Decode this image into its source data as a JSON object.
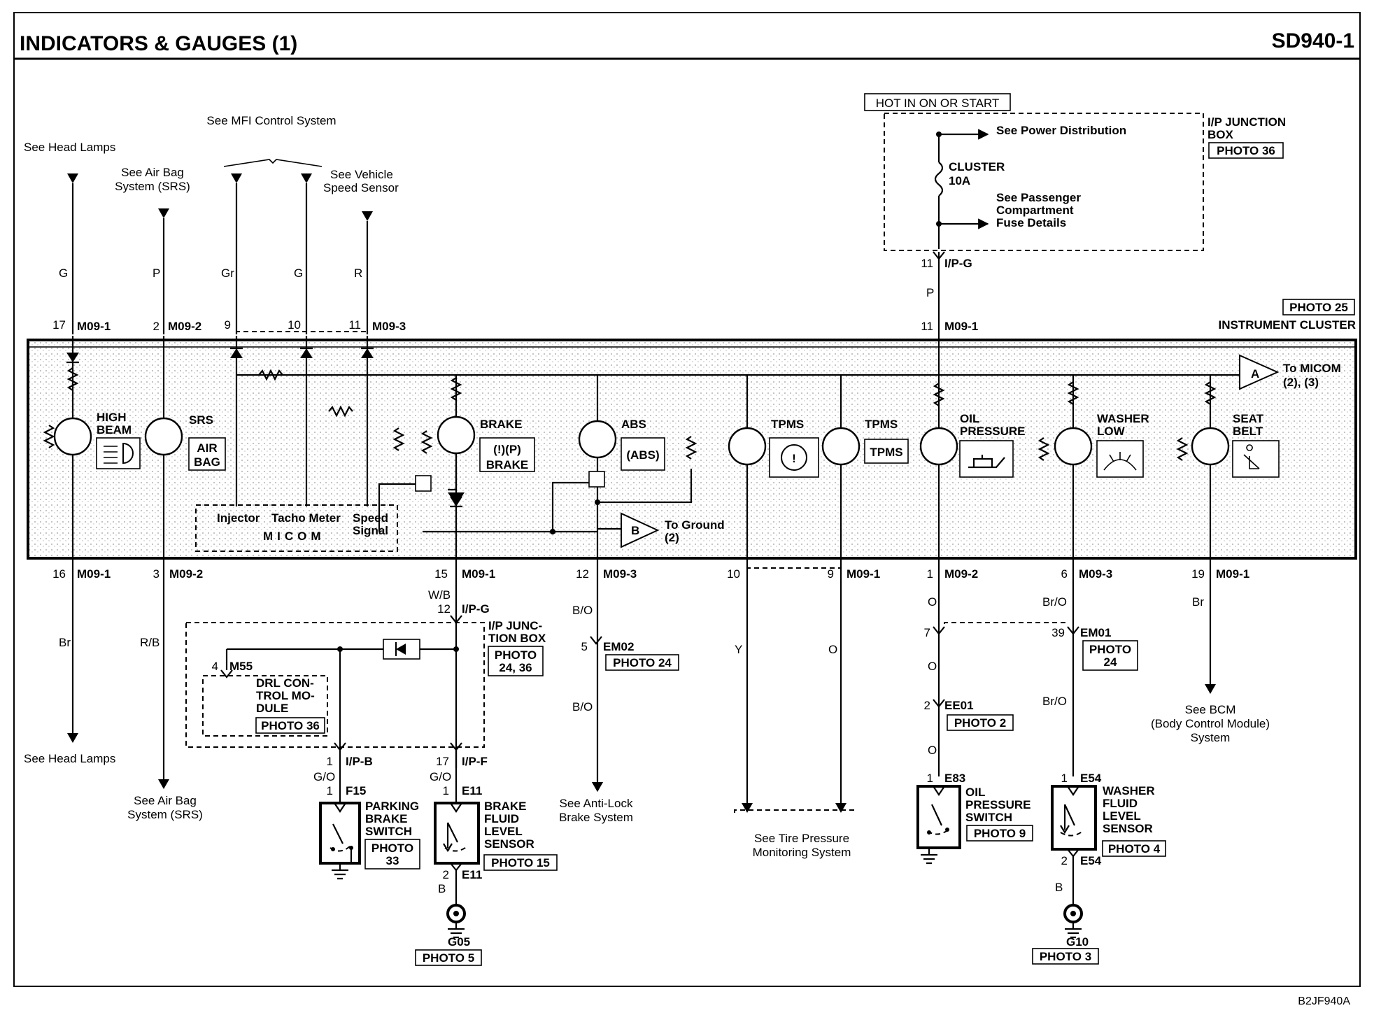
{
  "header": {
    "title": "INDICATORS & GAUGES (1)",
    "code": "SD940-1"
  },
  "footer_code": "B2JF940A",
  "top_refs": {
    "head_lamps": "See Head Lamps",
    "air_bag_1": "See Air Bag",
    "air_bag_2": "System (SRS)",
    "mfi": "See MFI Control System",
    "vss_1": "See Vehicle",
    "vss_2": "Speed Sensor"
  },
  "power": {
    "hot_label": "HOT IN ON OR START",
    "junction_1": "I/P JUNCTION",
    "junction_2": "BOX",
    "junction_photo": "PHOTO 36",
    "power_dist": "See Power Distribution",
    "fuse_1": "CLUSTER",
    "fuse_2": "10A",
    "pass_1": "See Passenger",
    "pass_2": "Compartment",
    "pass_3": "Fuse Details",
    "pin_top": "11",
    "conn_top": "I/P-G",
    "wire_color": "P",
    "pin_cluster": "11",
    "conn_cluster": "M09-1"
  },
  "cluster": {
    "photo": "PHOTO 25",
    "label": "INSTRUMENT CLUSTER"
  },
  "top_pins": [
    {
      "wire": "G",
      "pin": "17",
      "conn": "M09-1"
    },
    {
      "wire": "P",
      "pin": "2",
      "conn": "M09-2"
    },
    {
      "wire": "Gr",
      "pin": "9",
      "conn": ""
    },
    {
      "wire": "G",
      "pin": "10",
      "conn": ""
    },
    {
      "wire": "R",
      "pin": "11",
      "conn": "M09-3"
    }
  ],
  "indicators": {
    "high_beam_1": "HIGH",
    "high_beam_2": "BEAM",
    "srs": "SRS",
    "air_1": "AIR",
    "air_2": "BAG",
    "brake": "BRAKE",
    "brake_symbol": "(!)(P)",
    "brake_word": "BRAKE",
    "abs": "ABS",
    "abs_symbol": "(ABS)",
    "tpms_1": "TPMS",
    "tpms_2": "TPMS",
    "tpms_box": "TPMS",
    "oil_1": "OIL",
    "oil_2": "PRESSURE",
    "washer_1": "WASHER",
    "washer_2": "LOW",
    "seat_1": "SEAT",
    "seat_2": "BELT"
  },
  "micom": {
    "injector": "Injector",
    "tacho": "Tacho Meter",
    "speed_1": "Speed",
    "speed_2": "Signal",
    "label": "MICOM",
    "to_micom_1": "To MICOM",
    "to_micom_2": "(2), (3)",
    "to_ground_1": "To Ground",
    "to_ground_2": "(2)",
    "a": "A",
    "b": "B"
  },
  "bottom_pins": [
    {
      "pin": "16",
      "conn": "M09-1"
    },
    {
      "pin": "3",
      "conn": "M09-2"
    },
    {
      "pin": "15",
      "conn": "M09-1"
    },
    {
      "pin": "12",
      "conn": "M09-3"
    },
    {
      "pin": "10",
      "conn": ""
    },
    {
      "pin": "9",
      "conn": "M09-1"
    },
    {
      "pin": "1",
      "conn": "M09-2"
    },
    {
      "pin": "6",
      "conn": "M09-3"
    },
    {
      "pin": "19",
      "conn": "M09-1"
    }
  ],
  "lower": {
    "br": "Br",
    "rb": "R/B",
    "head_lamps": "See Head Lamps",
    "air_bag_1": "See Air Bag",
    "air_bag_2": "System (SRS)",
    "wb": "W/B",
    "ipg_pin": "12",
    "ipg_conn": "I/P-G",
    "jb_1": "I/P JUNC-",
    "jb_2": "TION BOX",
    "jb_photo_1": "PHOTO",
    "jb_photo_2": "24, 36",
    "m55_pin": "4",
    "m55": "M55",
    "drl_1": "DRL CON-",
    "drl_2": "TROL MO-",
    "drl_3": "DULE",
    "drl_photo": "PHOTO 36",
    "ipb_pin": "1",
    "ipb": "I/P-B",
    "ipf_pin": "17",
    "ipf": "I/P-F",
    "go_1": "G/O",
    "go_2": "G/O",
    "f15_pin": "1",
    "f15": "F15",
    "e11_pin": "1",
    "e11": "E11",
    "park_1": "PARKING",
    "park_2": "BRAKE",
    "park_3": "SWITCH",
    "park_photo_1": "PHOTO",
    "park_photo_2": "33",
    "bf_1": "BRAKE",
    "bf_2": "FLUID",
    "bf_3": "LEVEL",
    "bf_4": "SENSOR",
    "bf_photo": "PHOTO 15",
    "e11b_pin": "2",
    "e11b": "E11",
    "b1": "B",
    "g05": "G05",
    "g05_photo": "PHOTO 5",
    "bo_1": "B/O",
    "em02_pin": "5",
    "em02": "EM02",
    "em02_photo": "PHOTO 24",
    "bo_2": "B/O",
    "abs_1": "See Anti-Lock",
    "abs_2": "Brake System",
    "y": "Y",
    "o": "O",
    "tpms_ref_1": "See Tire Pressure",
    "tpms_ref_2": "Monitoring System",
    "o_1": "O",
    "o7": "7",
    "o_2": "O",
    "ee01_pin": "2",
    "ee01": "EE01",
    "ee01_photo": "PHOTO 2",
    "o_3": "O",
    "e83_pin": "1",
    "e83": "E83",
    "ops_1": "OIL",
    "ops_2": "PRESSURE",
    "ops_3": "SWITCH",
    "ops_photo": "PHOTO 9",
    "bro_1": "Br/O",
    "em01_pin": "39",
    "em01": "EM01",
    "em01_photo_1": "PHOTO",
    "em01_photo_2": "24",
    "bro_2": "Br/O",
    "e54_pin": "1",
    "e54": "E54",
    "wf_1": "WASHER",
    "wf_2": "FLUID",
    "wf_3": "LEVEL",
    "wf_4": "SENSOR",
    "wf_photo": "PHOTO 4",
    "e54b_pin": "2",
    "e54b": "E54",
    "b2": "B",
    "g10": "G10",
    "g10_photo": "PHOTO 3",
    "br2": "Br",
    "bcm_1": "See BCM",
    "bcm_2": "(Body Control Module)",
    "bcm_3": "System"
  }
}
